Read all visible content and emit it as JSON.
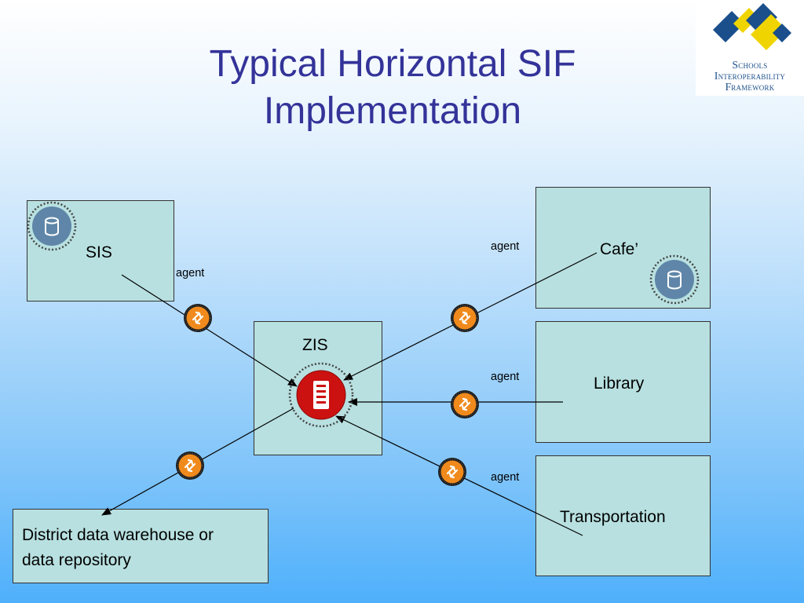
{
  "slide": {
    "title_line1": "Typical Horizontal SIF",
    "title_line2": "Implementation"
  },
  "logo": {
    "line1": "Schools",
    "line2": "Interoperability",
    "line3": "Framework",
    "colors": {
      "blue": "#1a4f8b",
      "yellow": "#f0d400"
    }
  },
  "nodes": {
    "sis": "SIS",
    "zis": "ZIS",
    "cafe": "Cafe’",
    "library": "Library",
    "transportation": "Transportation",
    "warehouse_line1": "District data warehouse or",
    "warehouse_line2": "data repository"
  },
  "agents": {
    "sis": "agent",
    "cafe": "agent",
    "library": "agent",
    "transportation": "agent"
  },
  "icons": {
    "database": "database-icon",
    "server": "server-icon",
    "agent": "agent-exchange-icon"
  },
  "colors": {
    "box_fill": "#b8e0e0",
    "agent_orange": "#f08a1c",
    "zis_red": "#cc1111",
    "database_blue": "#5f86a8",
    "title": "#333399"
  }
}
